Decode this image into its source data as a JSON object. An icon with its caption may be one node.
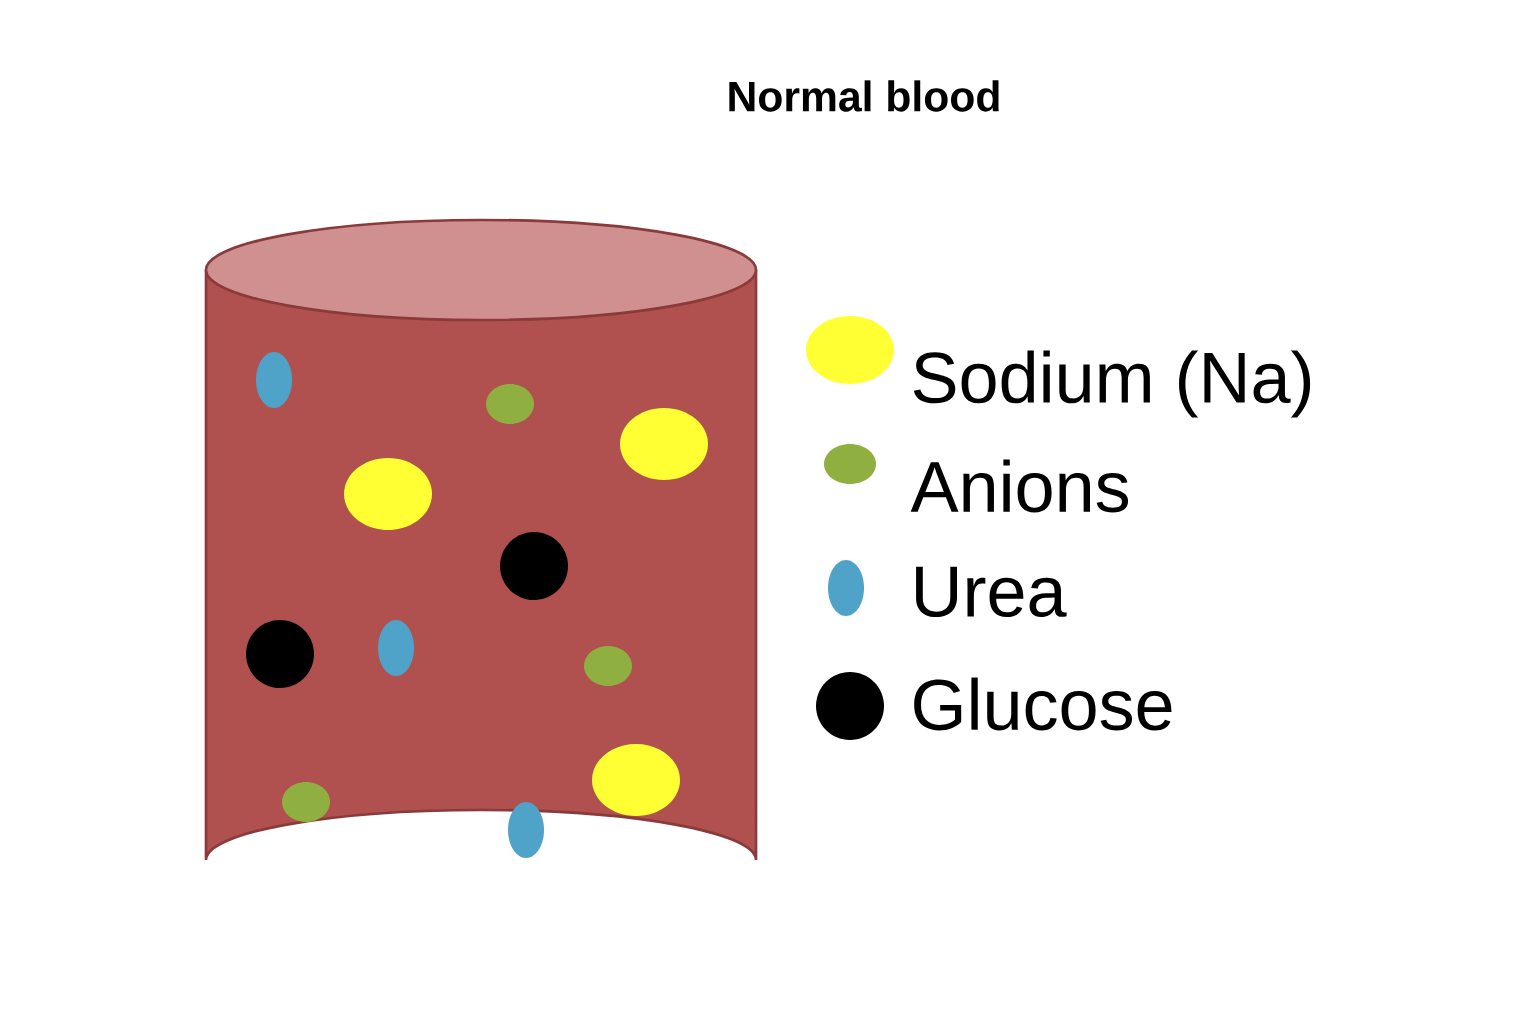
{
  "diagram": {
    "title": "Normal blood",
    "legend": [
      {
        "text": "Sodium (Na)",
        "color": "#ffff33"
      },
      {
        "text": "Anions",
        "color": "#8fb040"
      },
      {
        "text": "Urea",
        "color": "#4fa3c9"
      },
      {
        "text": "Glucose",
        "color": "#000000"
      }
    ]
  }
}
